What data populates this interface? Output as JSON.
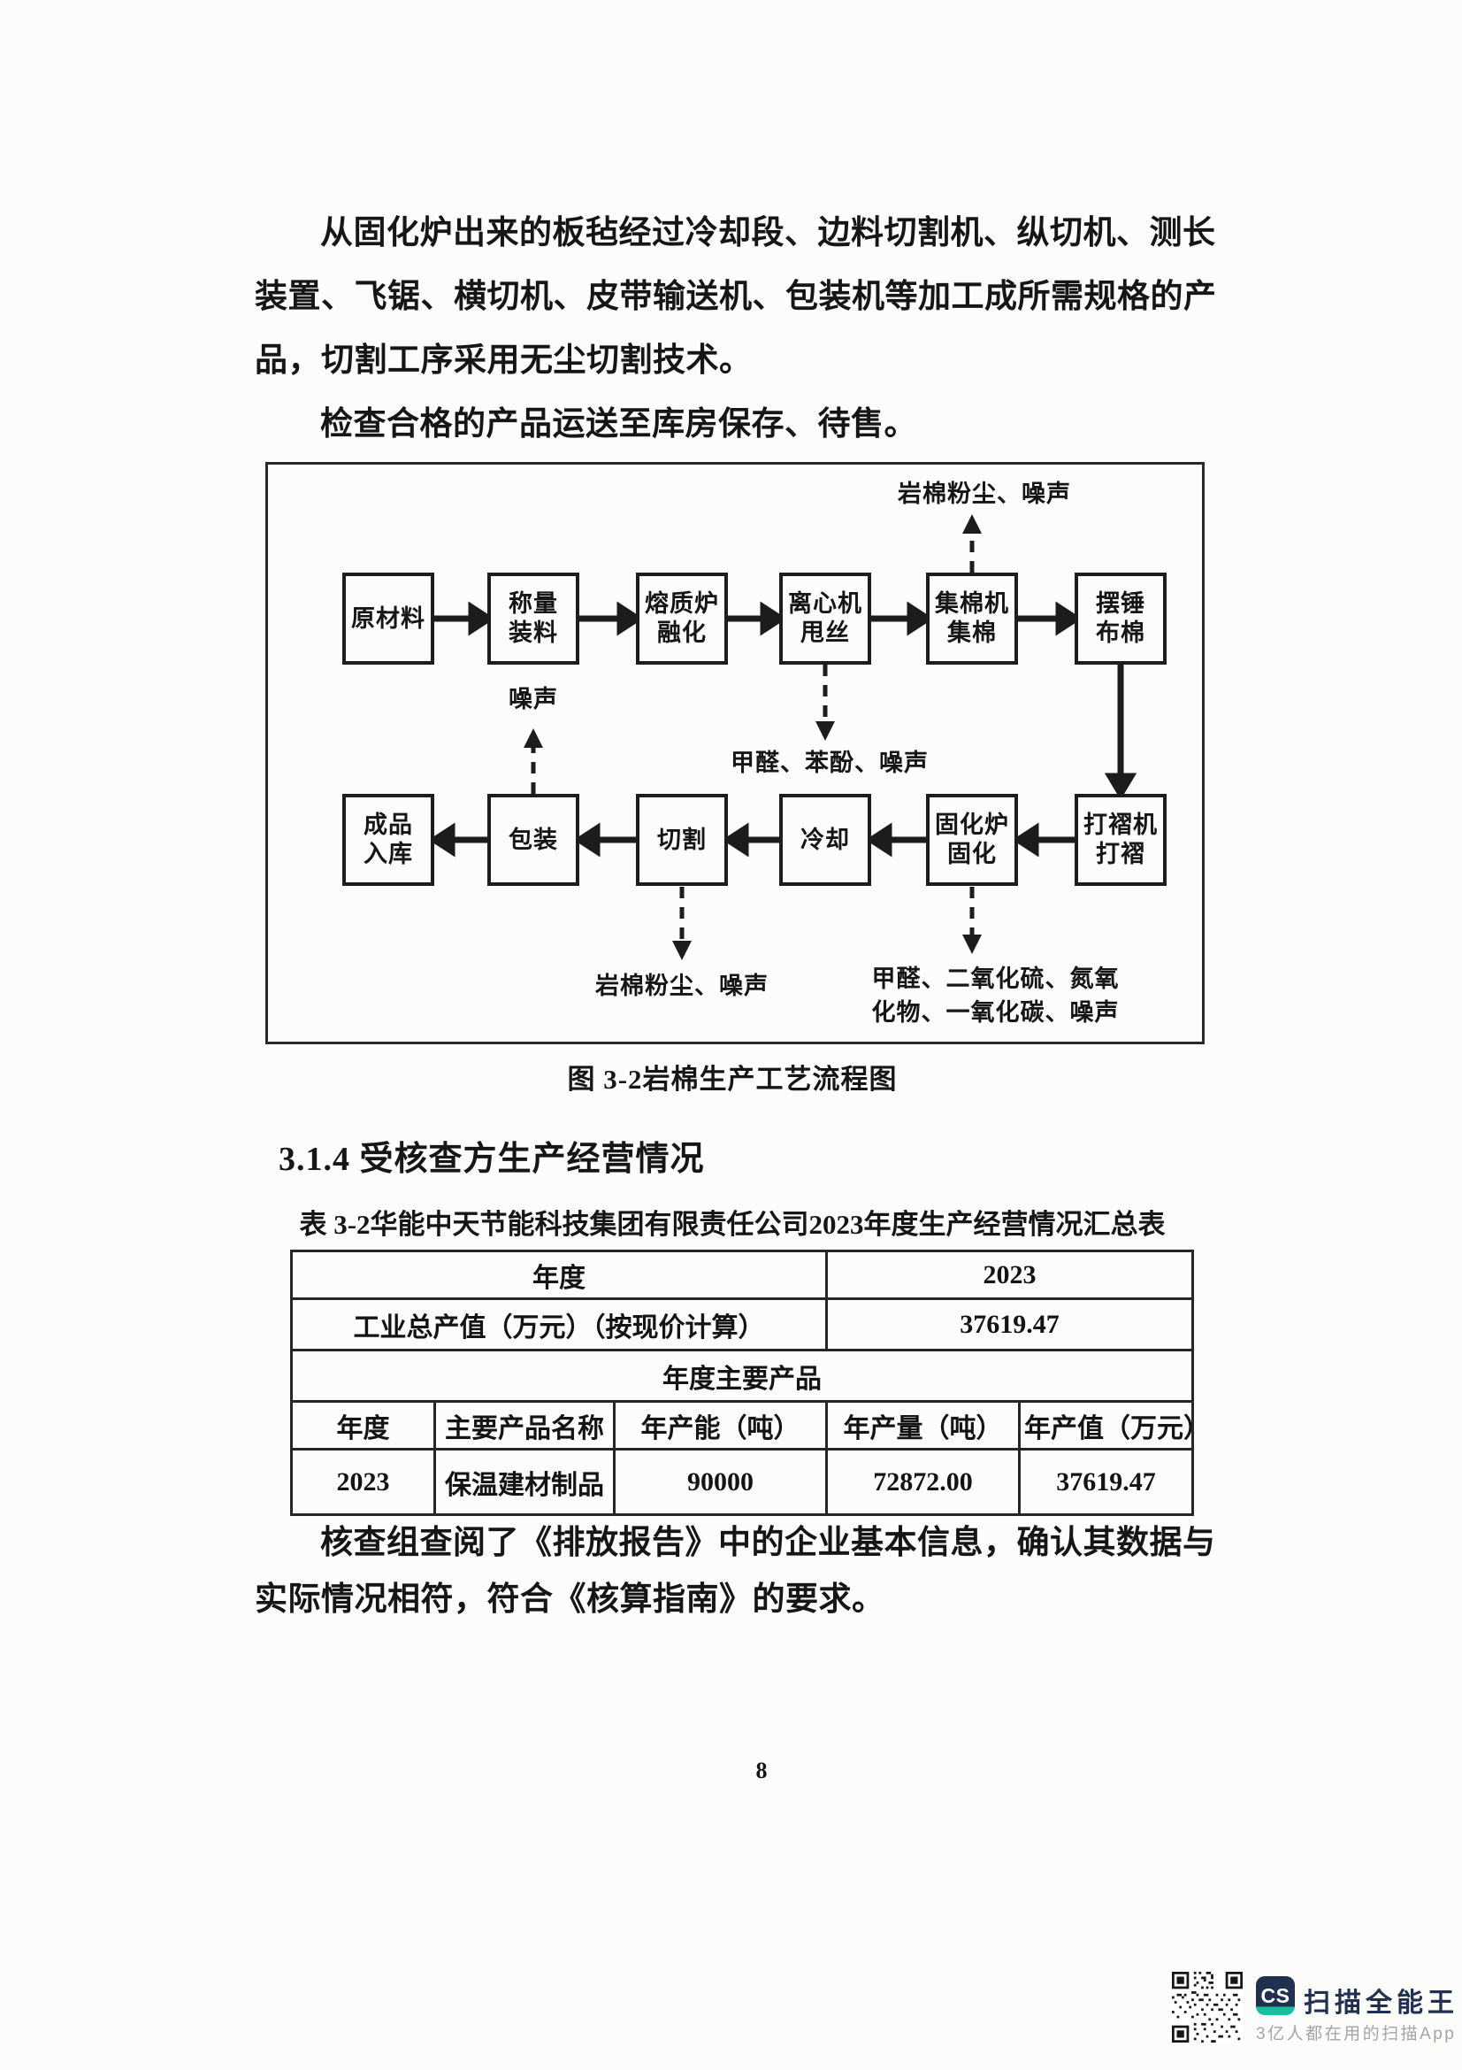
{
  "document": {
    "paragraph1_lines": [
      "从固化炉出来的板毡经过冷却段、边料切割机、纵切机、测长",
      "装置、飞锯、横切机、皮带输送机、包装机等加工成所需规格的产",
      "品，切割工序采用无尘切割技术。",
      "检查合格的产品运送至库房保存、待售。"
    ],
    "figure": {
      "caption": "图 3-2岩棉生产工艺流程图",
      "row1_nodes": [
        [
          "原材料"
        ],
        [
          "称量",
          "装料"
        ],
        [
          "熔质炉",
          "融化"
        ],
        [
          "离心机",
          "甩丝"
        ],
        [
          "集棉机",
          "集棉"
        ],
        [
          "摆锤",
          "布棉"
        ]
      ],
      "row2_nodes": [
        [
          "成品",
          "入库"
        ],
        [
          "包装"
        ],
        [
          "切割"
        ],
        [
          "冷却"
        ],
        [
          "固化炉",
          "固化"
        ],
        [
          "打褶机",
          "打褶"
        ]
      ],
      "ann_top": "岩棉粉尘、噪声",
      "ann_noise": "噪声",
      "ann_mid": "甲醛、苯酚、噪声",
      "ann_bottom_left": "岩棉粉尘、噪声",
      "ann_bottom_right_l1": "甲醛、二氧化硫、氮氧",
      "ann_bottom_right_l2": "化物、一氧化碳、噪声"
    },
    "section_heading": "3.1.4 受核查方生产经营情况",
    "table": {
      "title": "表 3-2华能中天节能科技集团有限责任公司2023年度生产经营情况汇总表",
      "year_label": "年度",
      "year_value": "2023",
      "gross_label": "工业总产值（万元）（按现价计算）",
      "gross_value": "37619.47",
      "products_header": "年度主要产品",
      "col_year": "年度",
      "col_product": "主要产品名称",
      "col_capacity": "年产能（吨）",
      "col_output": "年产量（吨）",
      "col_value": "年产值（万元）",
      "row_year": "2023",
      "row_product": "保温建材制品",
      "row_capacity": "90000",
      "row_output": "72872.00",
      "row_value": "37619.47"
    },
    "paragraph3_lines": [
      "核查组查阅了《排放报告》中的企业基本信息，确认其数据与",
      "实际情况相符，符合《核算指南》的要求。"
    ],
    "page_number": "8"
  },
  "watermark": {
    "logo_text": "CS",
    "title": "扫描全能王",
    "subtitle": "3亿人都在用的扫描App",
    "colors": {
      "navy": "#22304f",
      "teal": "#16bfa0",
      "gray": "#a2a5aa"
    }
  }
}
